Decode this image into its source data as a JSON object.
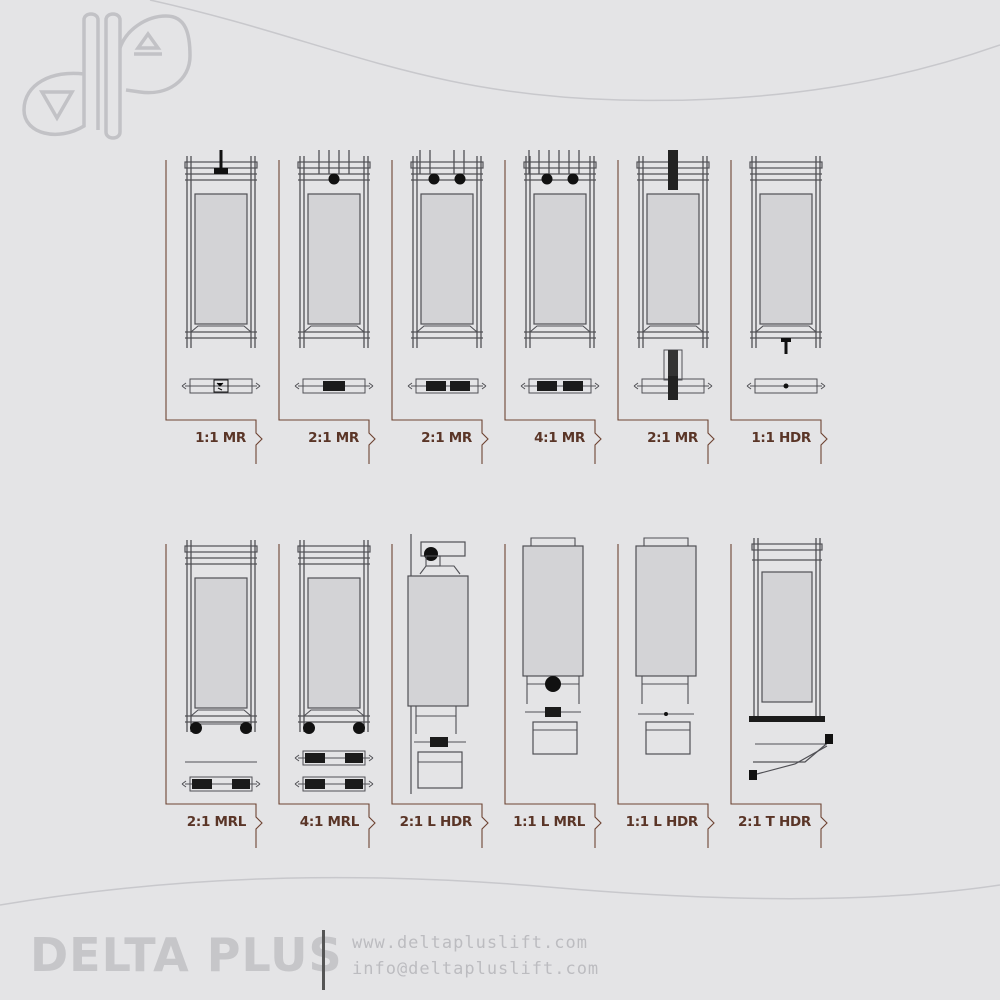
{
  "colors": {
    "background": "#e4e4e6",
    "curve": "#c8c8cc",
    "logo": "#c2c2c6",
    "line": "#505055",
    "accent": "#6e4433",
    "label": "#5a3527",
    "panel": "#d3d3d6",
    "brand": "#c6c6c9",
    "footer_separator": "#555555",
    "footer_text": "#bcbcc0"
  },
  "logo": {
    "icon": "dp-logo-icon"
  },
  "diagrams": [
    {
      "label": "1:1 MR",
      "variant": "MR_11"
    },
    {
      "label": "2:1 MR",
      "variant": "MR_21A"
    },
    {
      "label": "2:1 MR",
      "variant": "MR_21B"
    },
    {
      "label": "4:1 MR",
      "variant": "MR_41"
    },
    {
      "label": "2:1 MR",
      "variant": "MR_21C"
    },
    {
      "label": "1:1 HDR",
      "variant": "HDR_11"
    },
    {
      "label": "2:1 MRL",
      "variant": "MRL_21"
    },
    {
      "label": "4:1 MRL",
      "variant": "MRL_41"
    },
    {
      "label": "2:1 L HDR",
      "variant": "LHDR_21"
    },
    {
      "label": "1:1 L MRL",
      "variant": "LMRL_11"
    },
    {
      "label": "1:1 L HDR",
      "variant": "LHDR_11"
    },
    {
      "label": "2:1 T HDR",
      "variant": "THDR_21"
    }
  ],
  "footer": {
    "brand": "DELTA PLUS",
    "website": "www.deltapluslift.com",
    "email": "info@deltapluslift.com"
  }
}
